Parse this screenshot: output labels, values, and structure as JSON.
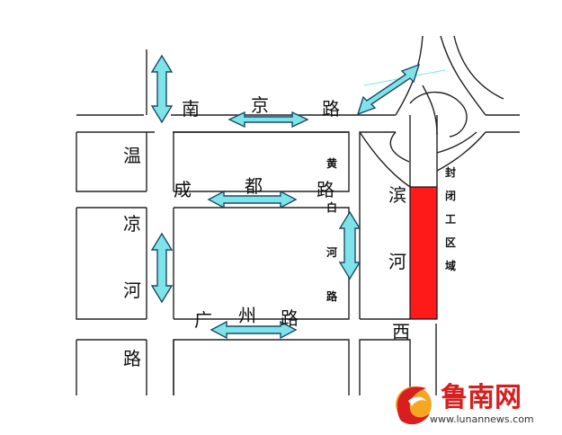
{
  "colors": {
    "road_line": "#222222",
    "arrow_fill": "#7fe3ea",
    "arrow_stroke": "#1a4a66",
    "closed_zone": "#ff1a1a",
    "logo_red": "#d81e1e",
    "logo_orange": "#f5a623"
  },
  "roads": {
    "nanjing": [
      "南",
      "京",
      "路"
    ],
    "chengdu": [
      "成",
      "都",
      "路"
    ],
    "guangzhou": [
      "广",
      "州",
      "路"
    ],
    "wenliang": [
      "温",
      "凉",
      "河",
      "路"
    ],
    "huangbai": [
      "黄",
      "白",
      "河",
      "路"
    ],
    "binhexi": [
      "滨",
      "河",
      "西"
    ]
  },
  "closed_zone_label": [
    "封",
    "闭",
    "工",
    "区",
    "域"
  ],
  "watermark": {
    "name": "鲁南网",
    "url": "www.lunannews.com",
    "logo_icon": "flame-swirl-logo-icon"
  },
  "icons": {
    "arrow": "double-headed-arrow-icon"
  }
}
